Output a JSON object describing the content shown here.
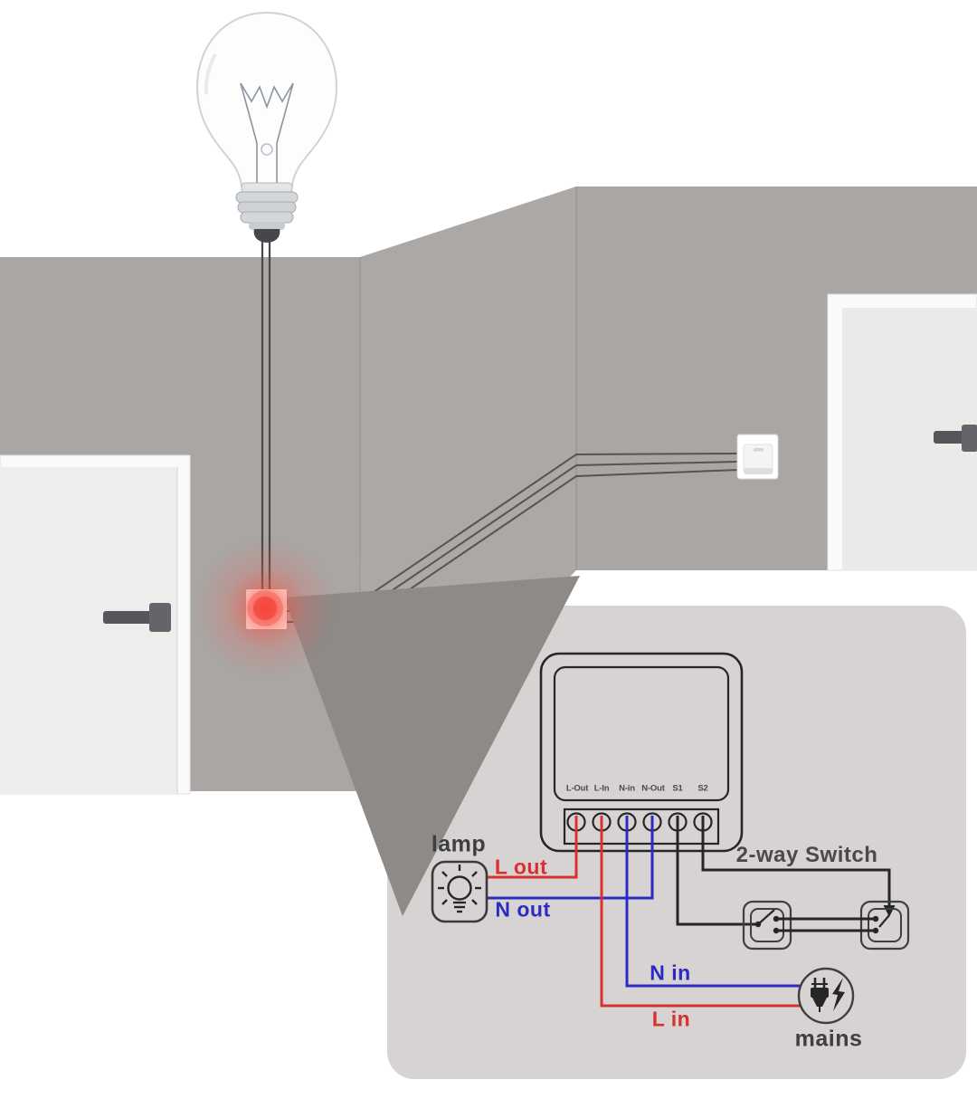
{
  "scene": {
    "colors": {
      "wall": "#a9a6a4",
      "wall_mid_face": "#aba8a6",
      "door_face": "#ededec",
      "door_frame": "#fafafa",
      "callout_wedge": "#8d8a88",
      "module_glow": "#f2564d"
    }
  },
  "diagram": {
    "panel_color": "#d6d3d2",
    "labels": {
      "lamp": "lamp",
      "l_out": "L out",
      "n_out": "N out",
      "n_in": "N in",
      "l_in": "L in",
      "two_way_switch": "2-way Switch",
      "mains": "mains"
    },
    "module": {
      "terminals": [
        "L-Out",
        "L-In",
        "N-in",
        "N-Out",
        "S1",
        "S2"
      ]
    },
    "wire_colors": {
      "live": "#d93030",
      "neutral": "#2b2bc4",
      "switch_signal": "#262626"
    },
    "icons": [
      "lamp-bulb-icon",
      "plug-icon",
      "lightning-bolt-icon"
    ]
  }
}
